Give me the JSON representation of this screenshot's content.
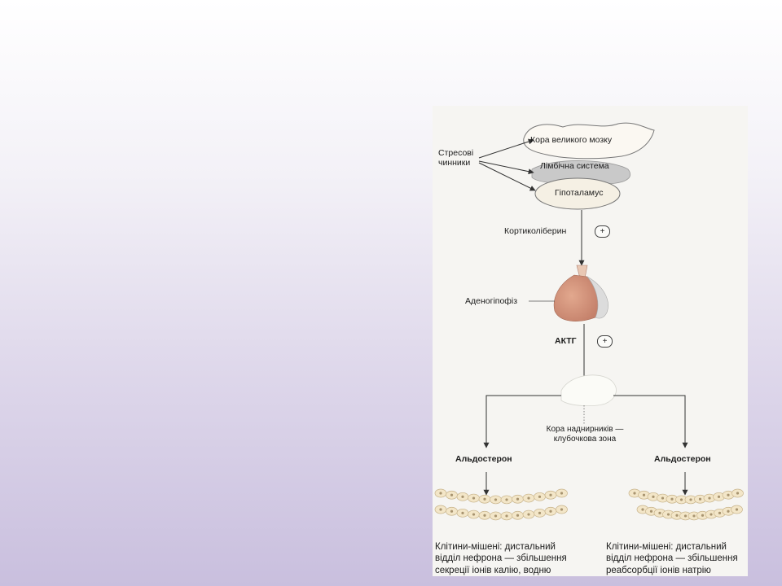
{
  "diagram": {
    "stress_factors": "Стресові чинники",
    "cortex": "Кора великого мозку",
    "limbic": "Лімбічна система",
    "hypothalamus": "Гіпоталамус",
    "corticoliberin": "Кортиколіберин",
    "adenohypophysis": "Аденогіпофіз",
    "acth": "АКТГ",
    "plus_sign": "+",
    "adrenal_cortex": "Кора наднирників — клубочкова зона",
    "aldosterone": "Альдостерон",
    "caption_left": "Клітини-мішені: дистальний відділ нефрона — збільшення секреції іонів калію, водню",
    "caption_right": "Клітини-мішені: дистальний відділ нефрона — збільшення реабсорбції іонів натрію"
  }
}
